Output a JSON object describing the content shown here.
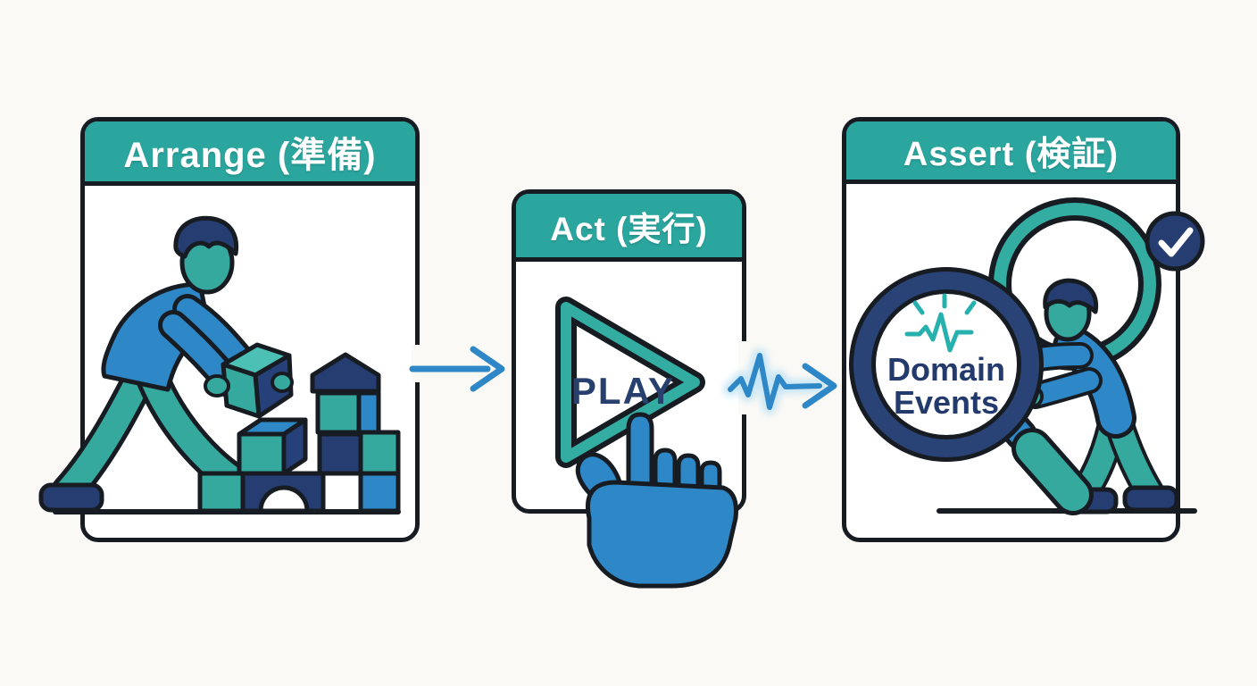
{
  "page": {
    "background_color": "#FAF9F5",
    "outline_color": "#171C23",
    "accent_teal": "#2BA69F",
    "accent_navy": "#263D72",
    "accent_blue": "#2E87C6",
    "pulse_teal": "#26B1AE",
    "glow_blue": "#AEDCF5"
  },
  "cards": {
    "arrange": {
      "title": "Arrange (準備)"
    },
    "act": {
      "title": "Act (実行)",
      "play_label": "PLAY"
    },
    "assert": {
      "title": "Assert (検証)",
      "lens_line1": "Domain",
      "lens_line2": "Events"
    }
  },
  "icons": {
    "arrow_right": "→",
    "pulse_wave": "⌁",
    "play_triangle": "▶",
    "pointing_hand": "☝",
    "magnifier": "○",
    "checkmark": "✓"
  }
}
